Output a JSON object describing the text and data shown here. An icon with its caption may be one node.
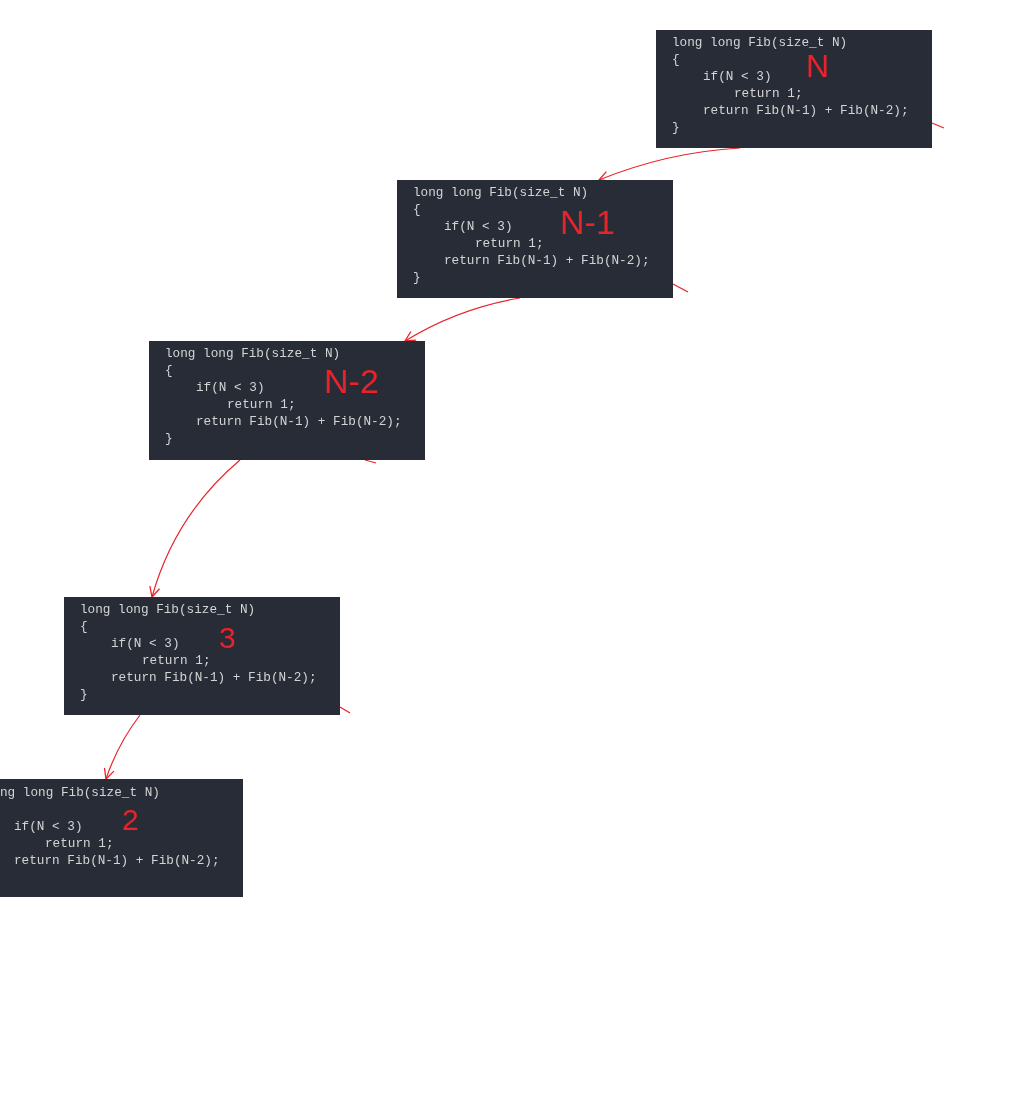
{
  "diagram": {
    "nodes": [
      {
        "text": [
          "long long Fib(size_t N)",
          "{",
          "if(N < 3)",
          "return 1;",
          "return Fib(N-1) + Fib(N-2);",
          "}",
          "N"
        ]
      },
      {
        "text": [
          "long long Fib(size_t N)",
          "{",
          "if(N < 3)",
          "return 1;",
          "return Fib(N-1) + Fib(N-2);",
          "}",
          "N-1"
        ]
      },
      {
        "text": [
          "long long Fib(size_t N)",
          "{",
          "if(N < 3)",
          "return 1;",
          "return Fib(N-1) + Fib(N-2);",
          "}",
          "N-2"
        ]
      },
      {
        "text": [
          "long long Fib(size_t N)",
          "{",
          "if(N < 3)",
          "return 1;",
          "return Fib(N-1) + Fib(N-2);",
          "}",
          "3"
        ]
      },
      {
        "text": [
          "ng long Fib(size_t N)",
          "if(N < 3)",
          "return 1;",
          "return Fib(N-1) + Fib(N-2);",
          "2"
        ]
      }
    ],
    "edges": [
      {
        "from": 0,
        "to": 1,
        "arrow": "to"
      },
      {
        "from": 0,
        "to": null,
        "arrow": "none"
      },
      {
        "from": 1,
        "to": 2,
        "arrow": "to"
      },
      {
        "from": 1,
        "to": null,
        "arrow": "none"
      },
      {
        "from": 2,
        "to": 3,
        "arrow": "to"
      },
      {
        "from": 2,
        "to": null,
        "arrow": "none"
      },
      {
        "from": 3,
        "to": 4,
        "arrow": "to"
      },
      {
        "from": 3,
        "to": null,
        "arrow": "none"
      }
    ]
  }
}
